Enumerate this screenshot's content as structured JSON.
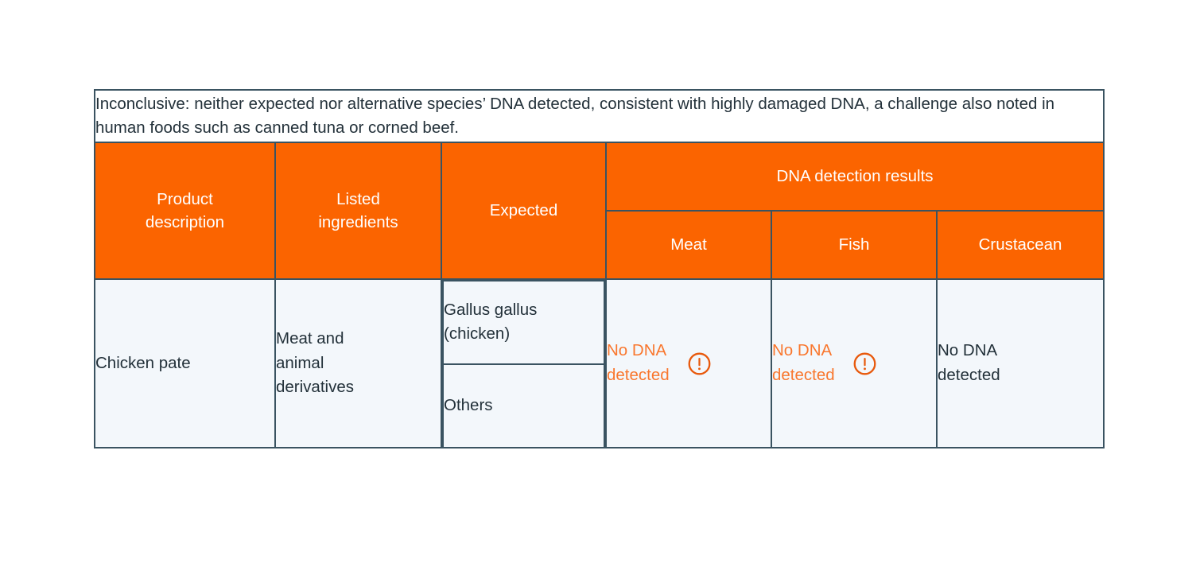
{
  "note": {
    "text": "Inconclusive: neither expected nor alternative species’ DNA detected, consistent with highly damaged DNA, a challenge also noted in human foods such as canned tuna or corned beef."
  },
  "colors": {
    "header_orange": "#FB6400",
    "alert_orange": "#F9772E",
    "border": "#3A5361",
    "body_bg": "#F3F7FB",
    "note_bg": "#FFFFFF",
    "text": "#23313A"
  },
  "table": {
    "headers": {
      "product_description": "Product\ndescription",
      "listed_ingredients": "Listed\ningredients",
      "expected": "Expected",
      "dna_group": "DNA detection results",
      "meat": "Meat",
      "fish": "Fish",
      "crustacean": "Crustacean"
    },
    "rows": [
      {
        "product_description": "Chicken pate",
        "listed_ingredients": "Meat and\nanimal\nderivatives",
        "expected": [
          "Gallus gallus\n(chicken)",
          "Others"
        ],
        "results": {
          "meat": {
            "text": "No DNA\ndetected",
            "alert": true,
            "icon": "exclamation-circle-icon"
          },
          "fish": {
            "text": "No DNA\ndetected",
            "alert": true,
            "icon": "exclamation-circle-icon"
          },
          "crustacean": {
            "text": "No DNA\ndetected",
            "alert": false,
            "icon": null
          }
        }
      }
    ]
  }
}
